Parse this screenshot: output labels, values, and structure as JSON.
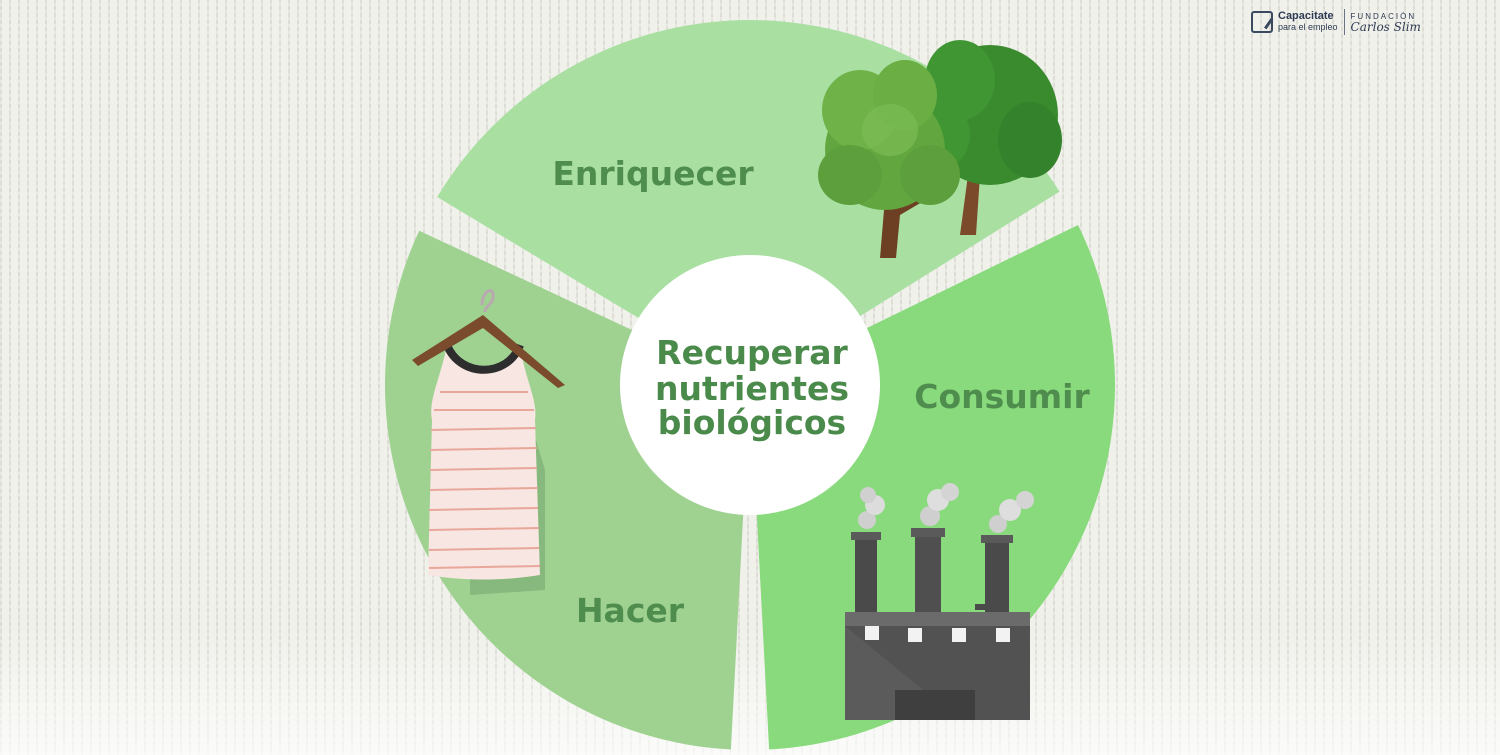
{
  "diagram": {
    "center_lines": [
      "Recuperar",
      "nutrientes",
      "biológicos"
    ],
    "segments": {
      "top": "Enriquecer",
      "right": "Consumir",
      "left": "Hacer"
    }
  },
  "colors": {
    "segment_top": "#a9e0a2",
    "segment_right": "#88da7c",
    "segment_left": "#9fd291",
    "text_green": "#4f8d4e"
  },
  "icons": [
    "trees-icon",
    "factory-icon",
    "tank-top-on-hanger-icon"
  ],
  "logo": {
    "brand": "Capacitate",
    "sub": "para el empleo",
    "fundacion": "FUNDACIÓN",
    "signature": "Carlos Slim"
  }
}
